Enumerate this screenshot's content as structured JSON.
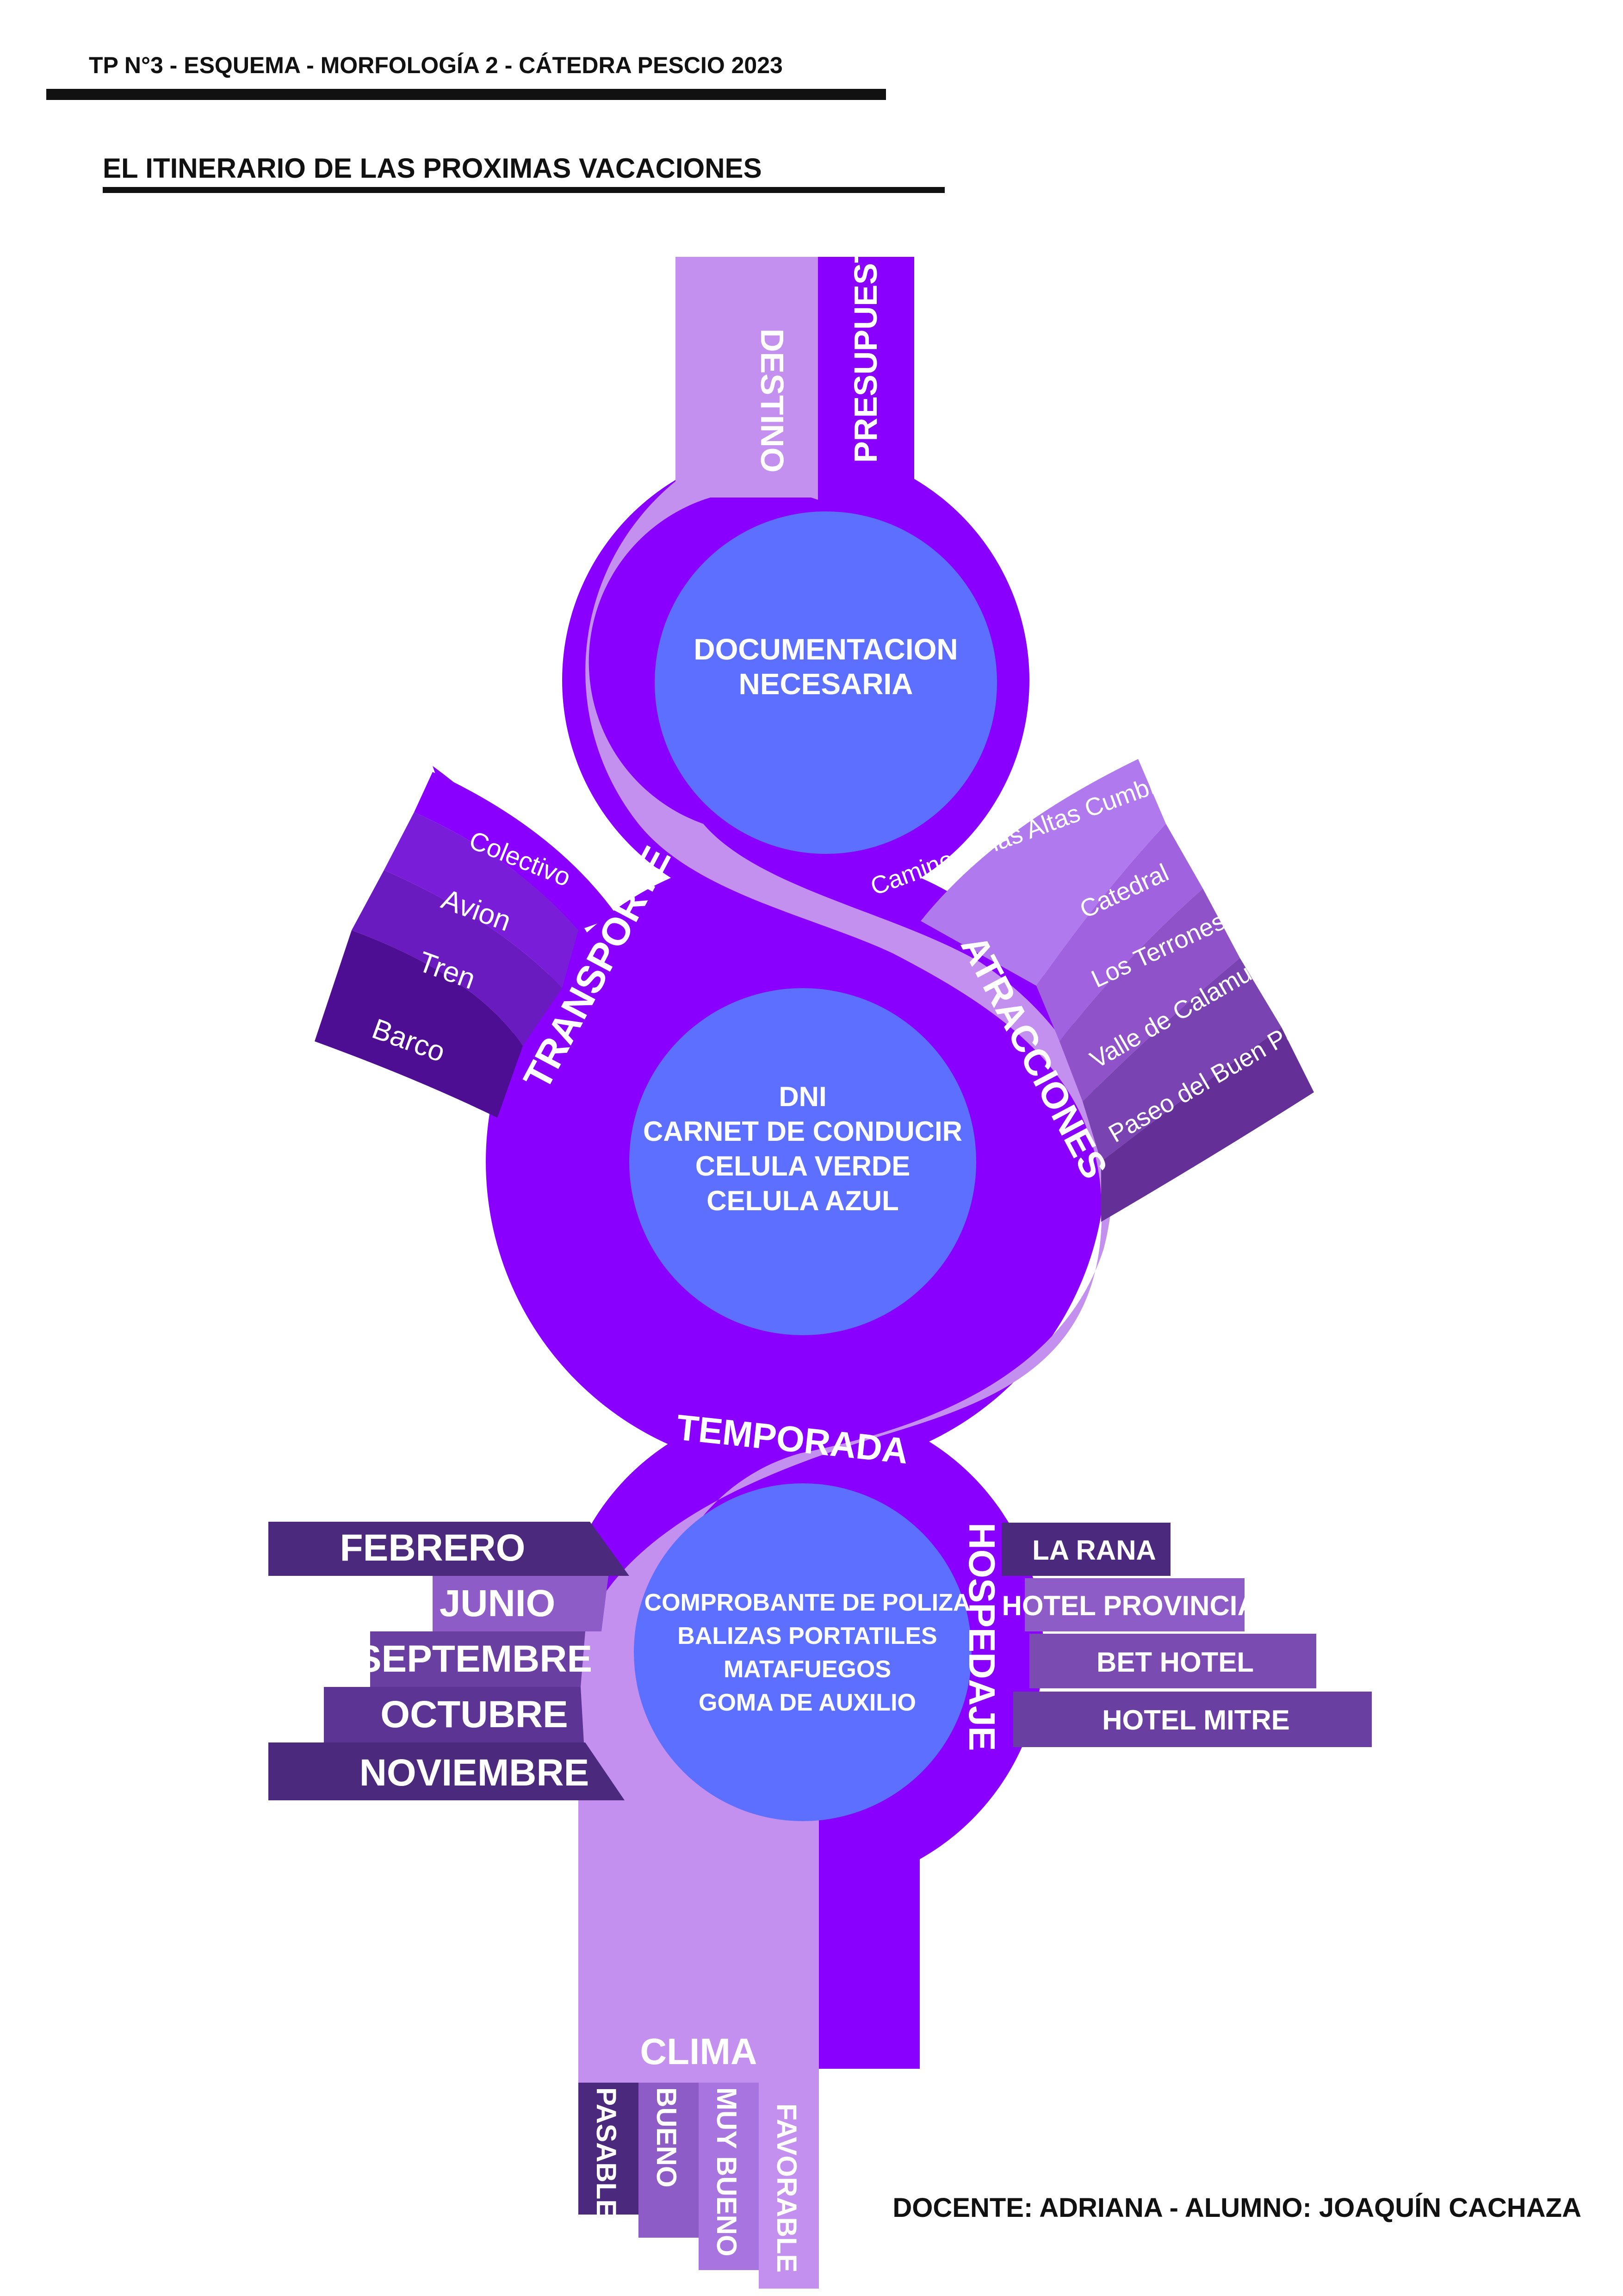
{
  "header": {
    "top_title": "TP N°3 - ESQUEMA - MORFOLOGÍA 2 - CÁTEDRA PESCIO 2023",
    "subtitle": "EL ITINERARIO DE LAS PROXIMAS VACACIONES"
  },
  "footer": {
    "credits": "DOCENTE: ADRIANA - ALUMNO: JOAQUÍN CACHAZA"
  },
  "colors": {
    "lavender": "#C490F0",
    "violet": "#8A00FF",
    "circle_blue": "#5C6FFF",
    "deep_purple": "#4B2A7E",
    "mid_purple": "#7A4BB0",
    "light_purple": "#A874E0"
  },
  "top": {
    "destino": "DESTINO",
    "presupuesto": "PRESUPUESTO"
  },
  "circle1": {
    "line1": "DOCUMENTACION",
    "line2": "NECESARIA"
  },
  "circle2": {
    "line1": "DNI",
    "line2": "CARNET DE CONDUCIR",
    "line3": "CELULA VERDE",
    "line4": "CELULA AZUL"
  },
  "circle3": {
    "line1": "COMPROBANTE DE POLIZA",
    "line2": "BALIZAS PORTATILES",
    "line3": "MATAFUEGOS",
    "line4": "GOMA DE AUXILIO"
  },
  "transporte": {
    "label": "TRANSPORTE",
    "items": [
      "Colectivo",
      "Avion",
      "Tren",
      "Barco"
    ]
  },
  "atracciones": {
    "label": "ATRACCIONES",
    "items": [
      "Camino de las Altas Cumbres",
      "Catedral",
      "Los Terrones",
      "Valle de Calamuchita",
      "Paseo del Buen Pastor"
    ]
  },
  "temporada": {
    "label": "TEMPORADA",
    "months": [
      "FEBRERO",
      "JUNIO",
      "SEPTEMBRE",
      "OCTUBRE",
      "NOVIEMBRE"
    ]
  },
  "hospedaje": {
    "label": "HOSPEDAJE",
    "hotels": [
      "LA RANA",
      "HOTEL PROVINCIAL",
      "BET HOTEL",
      "HOTEL MITRE"
    ]
  },
  "clima": {
    "label": "CLIMA",
    "items": [
      "PASABLE",
      "BUENO",
      "MUY BUENO",
      "FAVORABLE"
    ]
  }
}
